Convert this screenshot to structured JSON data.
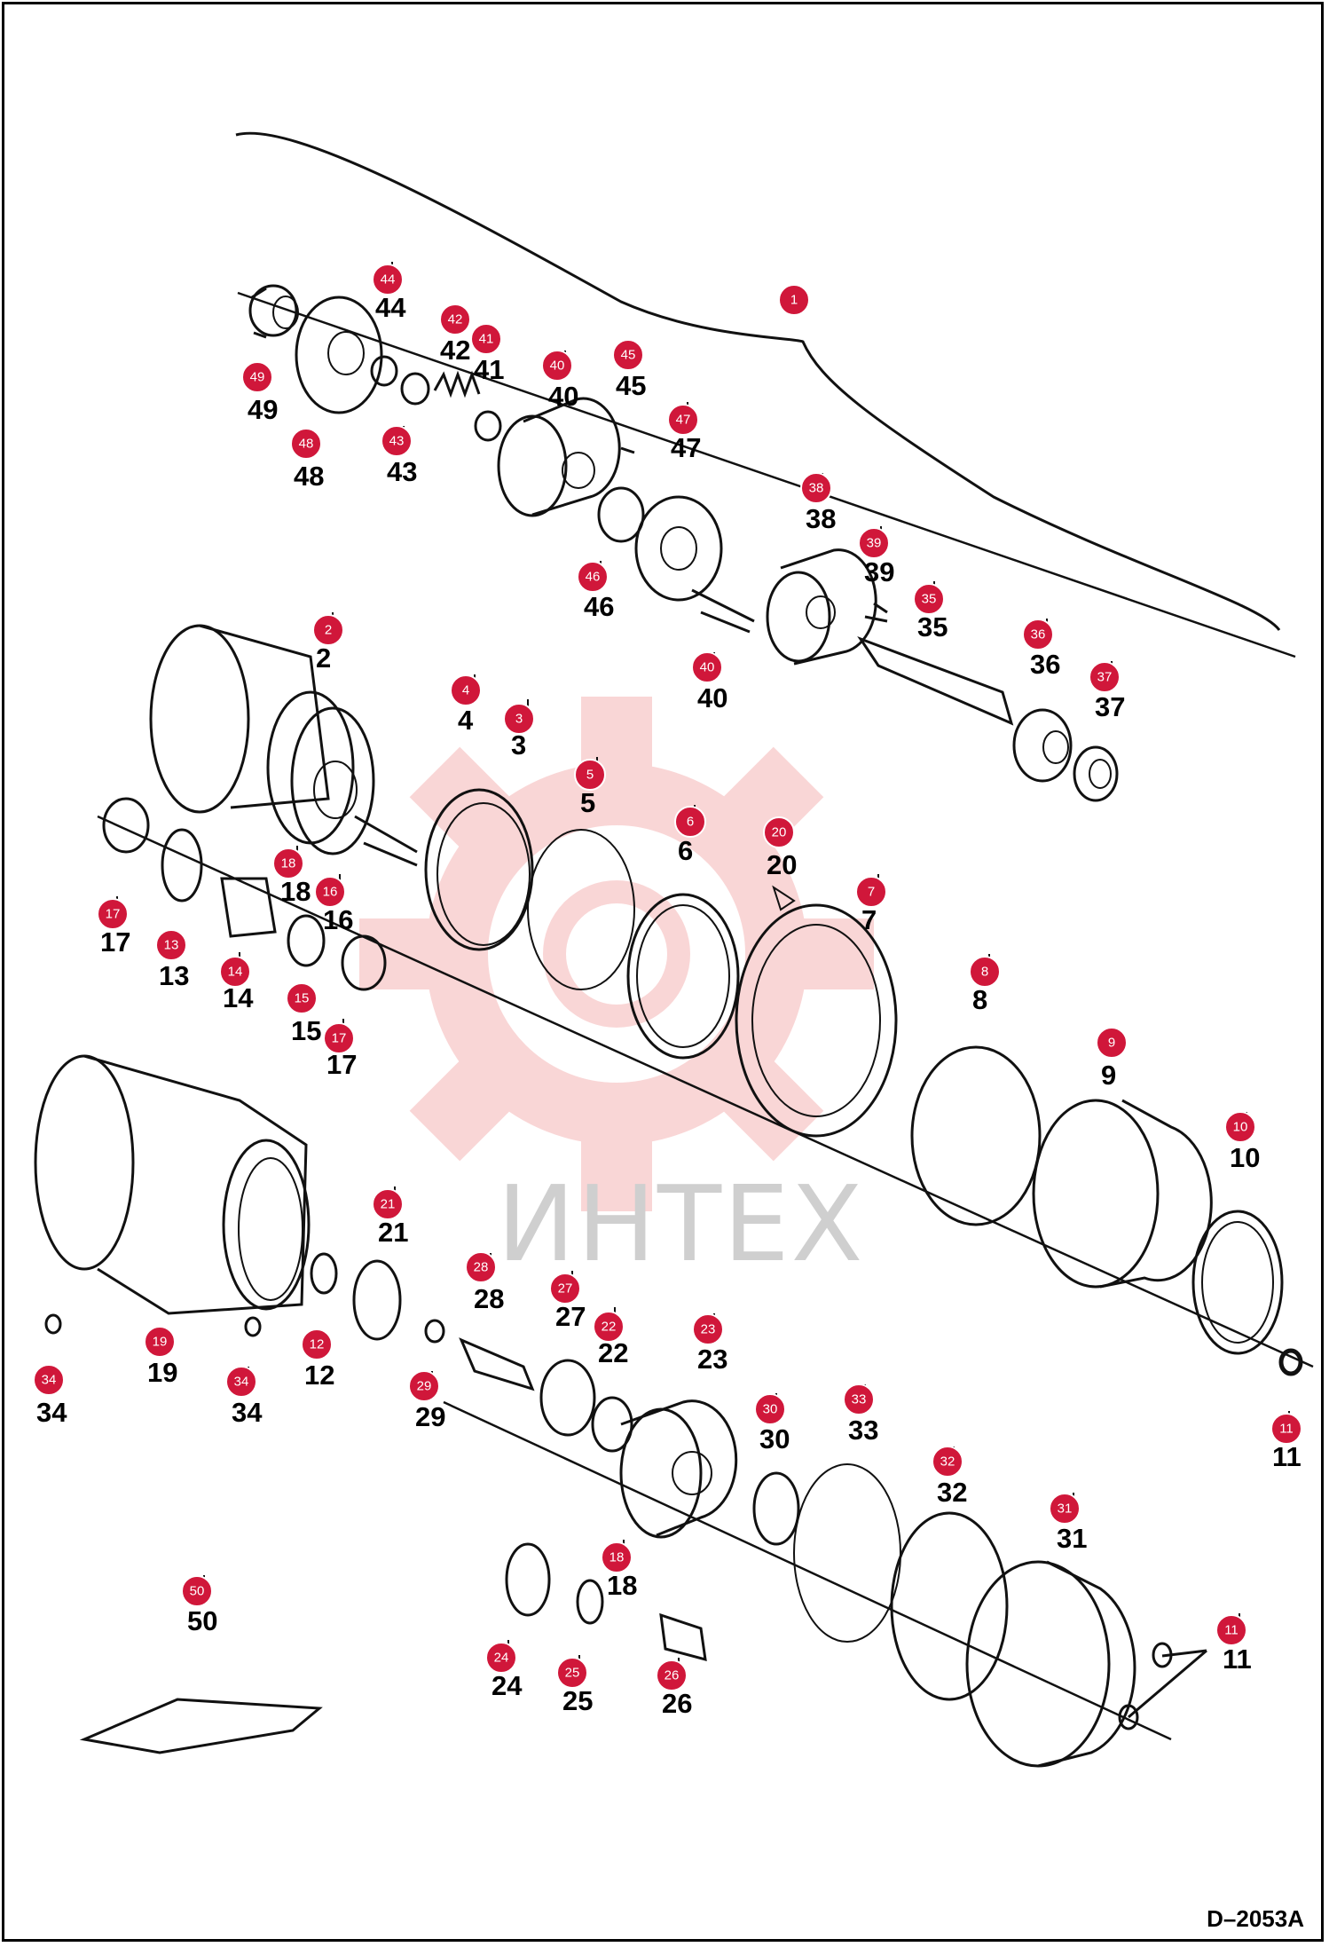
{
  "drawing_code": "D–2053A",
  "watermark": {
    "text": "ИНТЕХ",
    "color": "#f5b5b5"
  },
  "badge_color": "#d0173a",
  "parts": [
    {
      "n": "1"
    },
    {
      "n": "2"
    },
    {
      "n": "3"
    },
    {
      "n": "4"
    },
    {
      "n": "5"
    },
    {
      "n": "6"
    },
    {
      "n": "7"
    },
    {
      "n": "8"
    },
    {
      "n": "9"
    },
    {
      "n": "10"
    },
    {
      "n": "11"
    },
    {
      "n": "12"
    },
    {
      "n": "13"
    },
    {
      "n": "14"
    },
    {
      "n": "15"
    },
    {
      "n": "16"
    },
    {
      "n": "17"
    },
    {
      "n": "18"
    },
    {
      "n": "19"
    },
    {
      "n": "20"
    },
    {
      "n": "21"
    },
    {
      "n": "22"
    },
    {
      "n": "23"
    },
    {
      "n": "24"
    },
    {
      "n": "25"
    },
    {
      "n": "26"
    },
    {
      "n": "27"
    },
    {
      "n": "28"
    },
    {
      "n": "29"
    },
    {
      "n": "30"
    },
    {
      "n": "31"
    },
    {
      "n": "32"
    },
    {
      "n": "33"
    },
    {
      "n": "34"
    },
    {
      "n": "35"
    },
    {
      "n": "36"
    },
    {
      "n": "37"
    },
    {
      "n": "38"
    },
    {
      "n": "39"
    },
    {
      "n": "40"
    },
    {
      "n": "41"
    },
    {
      "n": "42"
    },
    {
      "n": "43"
    },
    {
      "n": "44"
    },
    {
      "n": "45"
    },
    {
      "n": "46"
    },
    {
      "n": "47"
    },
    {
      "n": "48"
    },
    {
      "n": "49"
    },
    {
      "n": "50"
    }
  ]
}
